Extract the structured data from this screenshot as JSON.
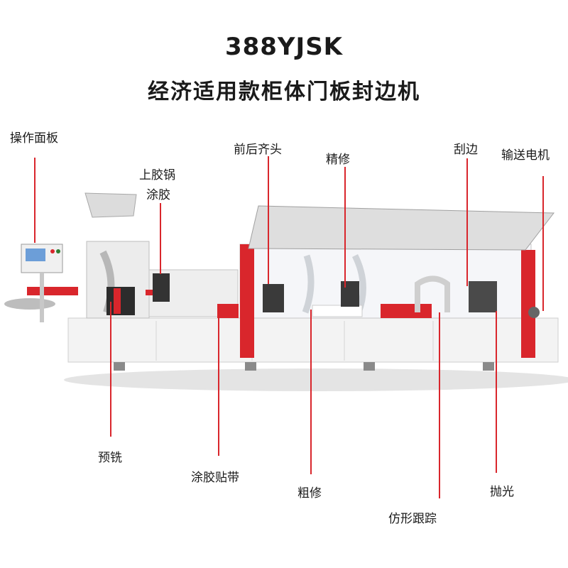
{
  "header": {
    "model": "388YJSK",
    "subtitle": "经济适用款柜体门板封边机"
  },
  "colors": {
    "accent_red": "#d9262c",
    "machine_white": "#f2f2f2",
    "text": "#1a1a1a"
  },
  "labels": {
    "control_panel": "操作面板",
    "glue_pot": "上胶锅",
    "glue_apply": "涂胶",
    "end_trimming": "前后齐头",
    "fine_trimming": "精修",
    "scraping": "刮边",
    "conveyor_motor": "输送电机",
    "pre_milling": "预铣",
    "glue_banding": "涂胶贴带",
    "rough_trimming": "粗修",
    "polishing": "抛光",
    "contour_tracking": "仿形跟踪"
  }
}
